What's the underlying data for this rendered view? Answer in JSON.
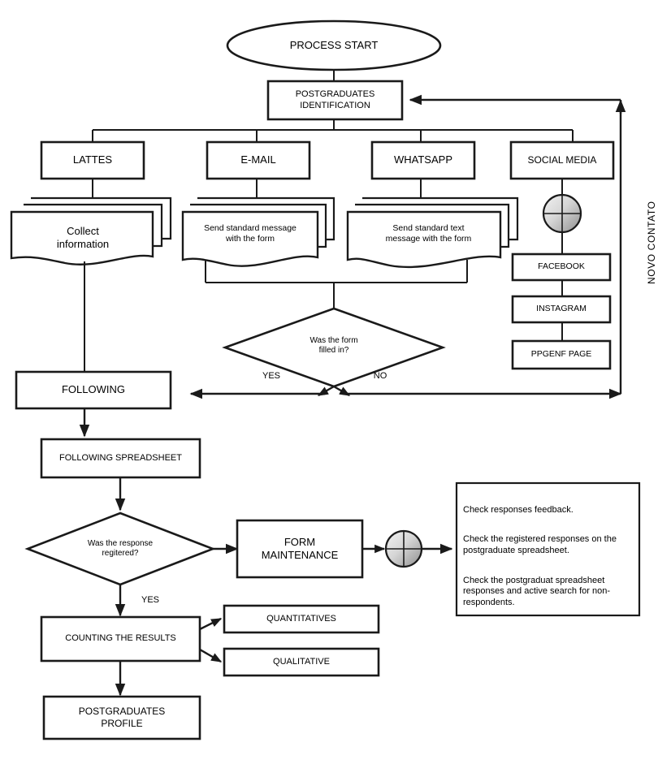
{
  "diagram": {
    "title": "Postgraduate follow-up process flowchart",
    "colors": {
      "stroke": "#1a1a1a",
      "fill": "#ffffff",
      "connector_fill_light": "#e8e8e8",
      "connector_fill_dark": "#9a9a9a",
      "text": "#000000"
    },
    "nodes": {
      "start": {
        "label": "PROCESS START",
        "shape": "ellipse"
      },
      "identification": {
        "label": "POSTGRADUATES\nIDENTIFICATION",
        "shape": "process"
      },
      "lattes": {
        "label": "LATTES",
        "shape": "process"
      },
      "email": {
        "label": "E-MAIL",
        "shape": "process"
      },
      "whatsapp": {
        "label": "WHATSAPP",
        "shape": "process"
      },
      "social_media": {
        "label": "SOCIAL MEDIA",
        "shape": "process"
      },
      "collect_information": {
        "label": "Collect\ninformation",
        "shape": "multidocument"
      },
      "send_standard_message": {
        "label": "Send standard message\nwith the form",
        "shape": "multidocument"
      },
      "send_standard_text": {
        "label": "Send standard text\nmessage with the form",
        "shape": "multidocument"
      },
      "facebook": {
        "label": "FACEBOOK",
        "shape": "process"
      },
      "instagram": {
        "label": "INSTAGRAM",
        "shape": "process"
      },
      "ppgenf_page": {
        "label": "PPGENF PAGE",
        "shape": "process"
      },
      "decision_form_filled": {
        "label": "Was the form\nfilled in?",
        "shape": "decision"
      },
      "following": {
        "label": "FOLLOWING",
        "shape": "process"
      },
      "following_spreadsheet": {
        "label": "FOLLOWING SPREADSHEET",
        "shape": "process"
      },
      "decision_response_registered": {
        "label": "Was the response\nregitered?",
        "shape": "decision"
      },
      "form_maintenance": {
        "label": "FORM\nMAINTENANCE",
        "shape": "process"
      },
      "counting_the_results": {
        "label": "COUNTING THE RESULTS",
        "shape": "process"
      },
      "quantitatives": {
        "label": "QUANTITATIVES",
        "shape": "process"
      },
      "qualitative": {
        "label": "QUALITATIVE",
        "shape": "process"
      },
      "postgraduates_profile": {
        "label": "POSTGRADUATES\nPROFILE",
        "shape": "process"
      },
      "notes": {
        "shape": "note",
        "lines": [
          "Check responses feedback.",
          "Check the registered responses on the postgraduate spreadsheet.",
          "Check the postgraduat spreadsheet responses and active search for non-respondents."
        ]
      },
      "connector_social": {
        "label": "",
        "shape": "circle-crosshair"
      },
      "connector_maintenance": {
        "label": "",
        "shape": "circle-crosshair"
      }
    },
    "edge_labels": {
      "form_yes": "YES",
      "form_no": "NO",
      "registered_yes": "YES",
      "return_path": "NOVO CONTATO"
    }
  }
}
